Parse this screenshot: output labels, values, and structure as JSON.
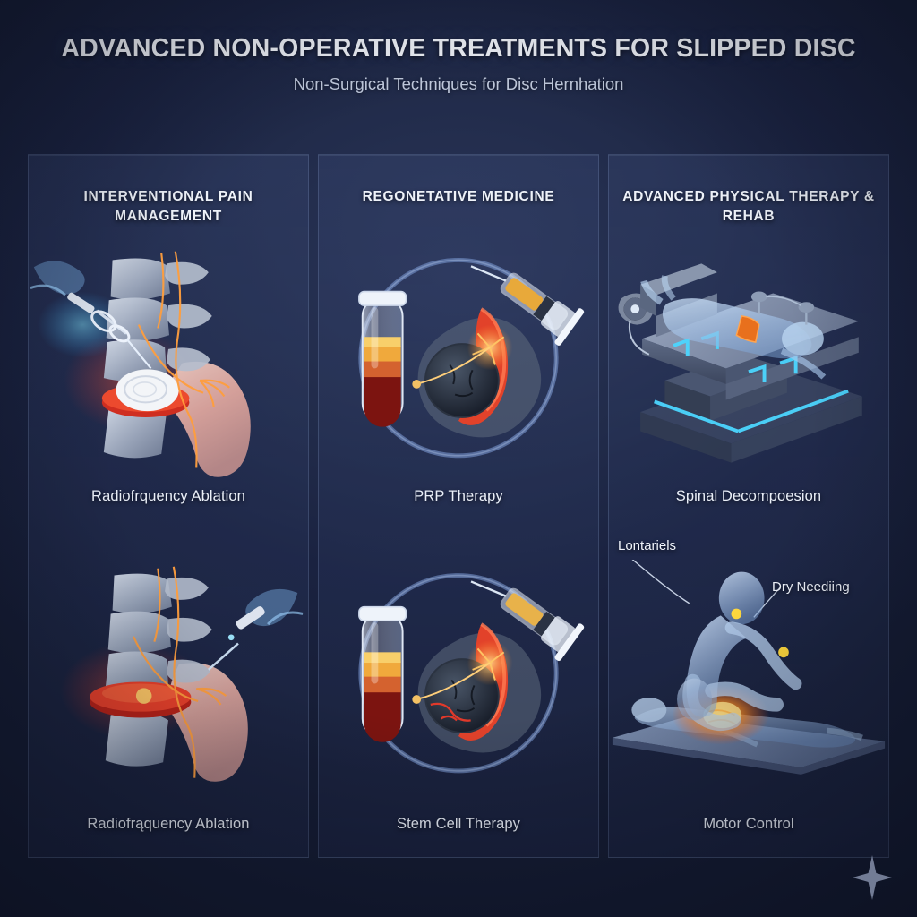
{
  "header": {
    "title": "ADVANCED NON-OPERATIVE TREATMENTS FOR SLIPPED DISC",
    "subtitle": "Non-Surgical Techniques for Disc Hernhation"
  },
  "columns": [
    {
      "id": "interventional-pain-management",
      "heading": "INTERVENTIONAL PAIN MANAGEMENT",
      "cells": [
        {
          "id": "radiofrequency-ablation-top",
          "caption": "Radiofrquency Ablation",
          "illustration": "spine-needle-ablation"
        },
        {
          "id": "radiofrequency-ablation-bottom",
          "caption": "Radiofrąquency Ablation",
          "illustration": "spine-disc-injection"
        }
      ]
    },
    {
      "id": "regenerative-medicine",
      "heading": "REGONETATIVE MEDICINE",
      "cells": [
        {
          "id": "prp-therapy",
          "caption": "PRP Therapy",
          "illustration": "vial-syringe-disc"
        },
        {
          "id": "stem-cell-therapy",
          "caption": "Stem Cell Therapy",
          "illustration": "vial-syringe-disc-cracked"
        }
      ]
    },
    {
      "id": "advanced-physical-therapy-rehab",
      "heading": "ADVANCED PHYSICAL THERAPY & REHAB",
      "cells": [
        {
          "id": "spinal-decompression",
          "caption": "Spinal Decompoesion",
          "illustration": "decompression-table"
        },
        {
          "id": "motor-control",
          "caption": "Motor Control",
          "illustration": "therapist-patient-mat"
        }
      ]
    }
  ],
  "annotations": [
    {
      "id": "lontariels",
      "label": "Lontariels"
    },
    {
      "id": "dry-needling",
      "label": "Dry Neediing"
    }
  ],
  "watermark": {
    "icon": "sparkle-icon"
  },
  "colors": {
    "background_deep": "#141c33",
    "background_mid": "#212b4a",
    "panel_fill": "#33416e",
    "panel_border": "#96acd7",
    "title_text": "#f2f5fb",
    "subtitle_text": "#c3ccdf",
    "caption_text": "#eaeff8",
    "accent_cyan": "#4cd6ff",
    "accent_orange": "#ff7a2a",
    "accent_red": "#d7342a",
    "accent_amber": "#f2b33d",
    "bone_grey": "#aab4c6",
    "nerve_orange": "#ff9e3d",
    "body_blue": "#8fb6e8"
  }
}
